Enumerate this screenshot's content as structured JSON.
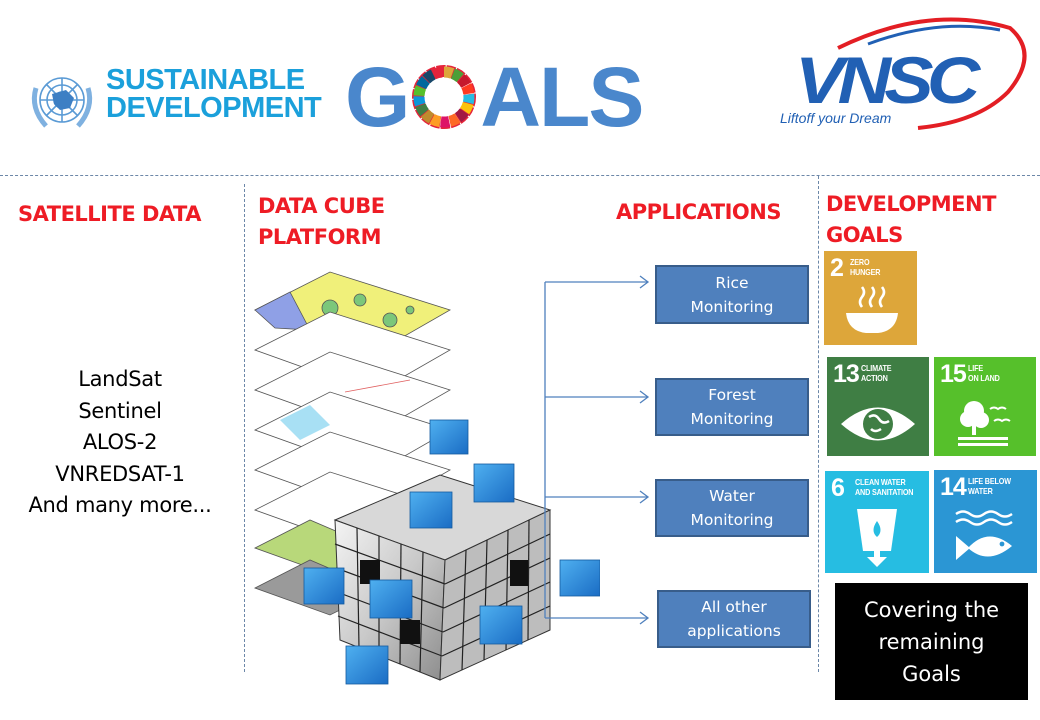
{
  "header": {
    "sdg_logo": {
      "line1": "SUSTAINABLE",
      "line2": "DEVELOPMENT",
      "goals_word_left": "G",
      "goals_word_right": "ALS",
      "text_color": "#1ba0db",
      "goals_color": "#4a87cc"
    },
    "vnsc_logo": {
      "name": "VNSC",
      "tagline": "Liftoff your Dream",
      "brand_color": "#2160b4",
      "swoosh_color": "#e31e24"
    }
  },
  "columns": {
    "satellite_data": {
      "heading": "SATELLITE DATA",
      "items": [
        "LandSat",
        "Sentinel",
        "ALOS-2",
        "VNREDSAT-1",
        "And many more..."
      ]
    },
    "data_cube": {
      "heading_line1": "DATA CUBE",
      "heading_line2": "PLATFORM"
    },
    "applications": {
      "heading": "APPLICATIONS",
      "items": [
        {
          "line1": "Rice",
          "line2": "Monitoring"
        },
        {
          "line1": "Forest",
          "line2": "Monitoring"
        },
        {
          "line1": "Water",
          "line2": "Monitoring"
        },
        {
          "line1": "All other",
          "line2": "applications"
        }
      ],
      "box_color": "#4f80bd"
    },
    "development_goals": {
      "heading_line1": "DEVELOPMENT",
      "heading_line2": "GOALS",
      "tiles": [
        {
          "number": "2",
          "label_line1": "ZERO",
          "label_line2": "HUNGER",
          "color": "#dda63a",
          "icon": "bowl-icon"
        },
        {
          "number": "13",
          "label_line1": "CLIMATE",
          "label_line2": "ACTION",
          "color": "#3f7e44",
          "icon": "eye-globe-icon"
        },
        {
          "number": "15",
          "label_line1": "LIFE",
          "label_line2": "ON LAND",
          "color": "#56c02b",
          "icon": "tree-birds-icon"
        },
        {
          "number": "6",
          "label_line1": "CLEAN WATER",
          "label_line2": "AND SANITATION",
          "color": "#26bde2",
          "icon": "water-glass-icon"
        },
        {
          "number": "14",
          "label_line1": "LIFE BELOW",
          "label_line2": "WATER",
          "color": "#2b96d4",
          "icon": "fish-waves-icon"
        }
      ],
      "remaining": {
        "line1": "Covering the",
        "line2": "remaining",
        "line3": "Goals"
      }
    }
  },
  "colors": {
    "heading": "#ee1c25",
    "divider": "#6c87a8"
  }
}
